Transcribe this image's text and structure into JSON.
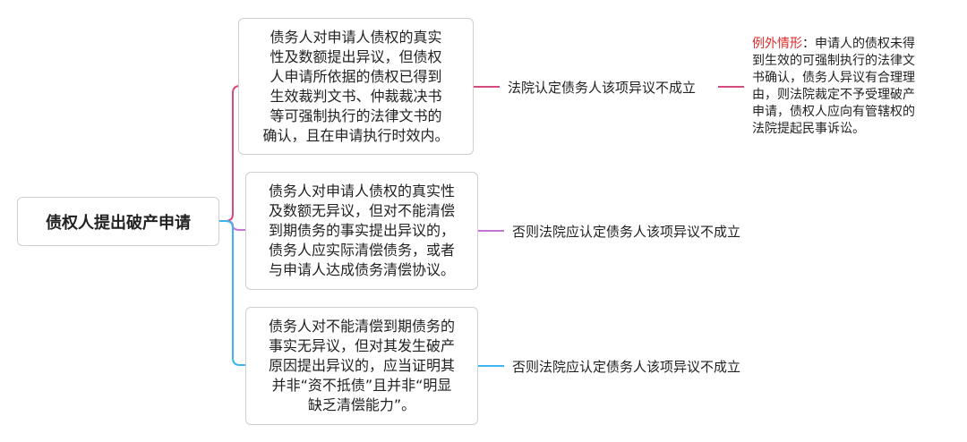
{
  "root": {
    "label": "债权人提出破产申请"
  },
  "branches": [
    {
      "lines": [
        "债务人对申请人债权的真实",
        "性及数额提出异议，但债权",
        "人申请所依据的债权已得到",
        "生效裁判文书、仲裁裁决书",
        "等可强制执行的法律文书的",
        "确认，且在申请执行时效内。"
      ],
      "result": "法院认定债务人该项异议不成立",
      "color": "#d34a7c"
    },
    {
      "lines": [
        "债务人对申请人债权的真实性",
        "及数额无异议，但对不能清偿",
        "到期债务的事实提出异议的，",
        "债务人应实际清偿债务，或者",
        "与申请人达成债务清偿协议。"
      ],
      "result": "否则法院应认定债务人该项异议不成立",
      "color": "#c774d9"
    },
    {
      "lines": [
        "债务人对不能清偿到期债务的",
        "事实无异议，但对其发生破产",
        "原因提出异议的，应当证明其",
        "并非“资不抵债”且并非“明显",
        "缺乏清偿能力”。"
      ],
      "result": "否则法院应认定债务人该项异议不成立",
      "color": "#3cb5ef"
    }
  ],
  "exception": {
    "title": "例外情形",
    "first_line_rest": "：申请人的债权未得",
    "lines": [
      "到生效的可强制执行的法律文",
      "书确认，债务人异议有合理理",
      "由，则法院裁定不予受理破产",
      "申请，债权人应向有管辖权的",
      "法院提起民事诉讼。"
    ]
  }
}
